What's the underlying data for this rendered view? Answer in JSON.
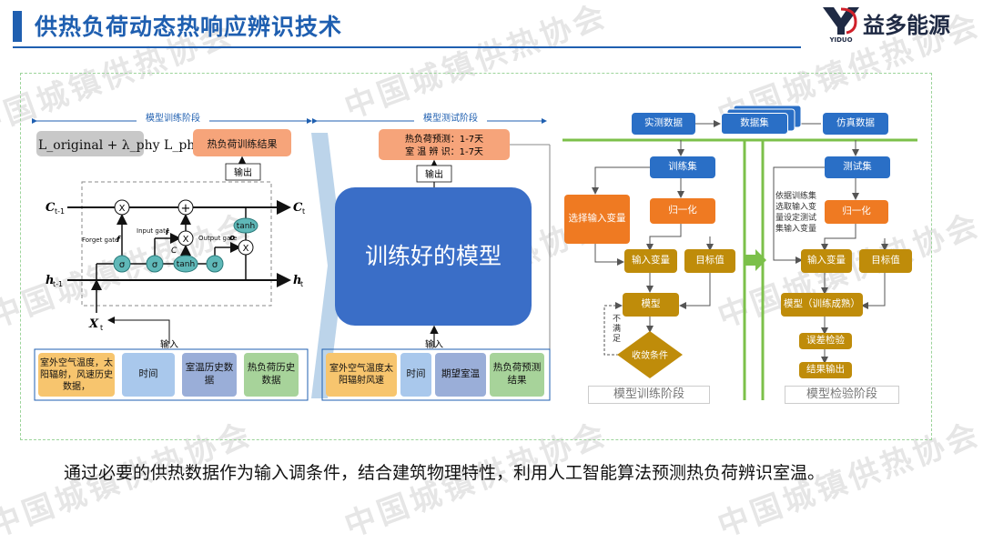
{
  "header": {
    "title": "供热负荷动态热响应辨识技术",
    "brand": "益多能源",
    "logo_text": "YIDUO",
    "watermark": "中国城镇供热协会"
  },
  "left_panel": {
    "train_stage": "模型训练阶段",
    "test_stage": "模型测试阶段",
    "loss_formula": "L_original + λ_phy L_phy",
    "train_result": "热负荷训练结果",
    "train_output": "输出",
    "test_result_line1": "热负荷预测：1-7天",
    "test_result_line2": "室 温 辨 识：1-7天",
    "test_output": "输出",
    "trained_model": "训练好的模型",
    "lstm": {
      "c_prev": "C",
      "c_prev_sub": "t-1",
      "c_next": "C",
      "c_next_sub": "t",
      "h_prev": "h",
      "h_prev_sub": "t-1",
      "h_next": "h",
      "h_next_sub": "t",
      "x": "X",
      "x_sub": "t",
      "forget_gate": "Forget gate",
      "input_gate": "Input gate",
      "output_gate": "Output gate",
      "f": "f",
      "i": "i",
      "o": "o",
      "c_tilde": "C",
      "sigma": "σ",
      "tanh": "tanh",
      "times": "X",
      "plus": "+"
    },
    "train_input_label": "输入",
    "train_inputs": [
      "室外空气温度，太阳辐射，风速历史数据，",
      "时间",
      "室温历史数据",
      "热负荷历史数据"
    ],
    "test_input_label": "输入",
    "test_inputs": [
      "室外空气温度太阳辐射风速",
      "时间",
      "期望室温",
      "热负荷预测结果"
    ]
  },
  "flowchart": {
    "measured": "实测数据",
    "dataset": "数据集",
    "simulated": "仿真数据",
    "train_set": "训练集",
    "test_set": "测试集",
    "select_vars": "选择输入变量",
    "normalize_left": "归一化",
    "normalize_right": "归一化",
    "input_var_left": "输入变量",
    "target_left": "目标值",
    "input_var_right": "输入变量",
    "target_right": "目标值",
    "model": "模型",
    "model_trained": "模型（训练成熟）",
    "converge": "收敛条件",
    "not_satisfied": "不满足",
    "error_check": "误差检验",
    "result_output": "结果输出",
    "note": "依据训练集选取输入变量设定测试集输入变量",
    "stage_train": "模型训练阶段",
    "stage_test": "模型检验阶段"
  },
  "caption": "通过必要的供热数据作为输入调条件，结合建筑物理特性，利用人工智能算法预测热负荷辨识室温。"
}
